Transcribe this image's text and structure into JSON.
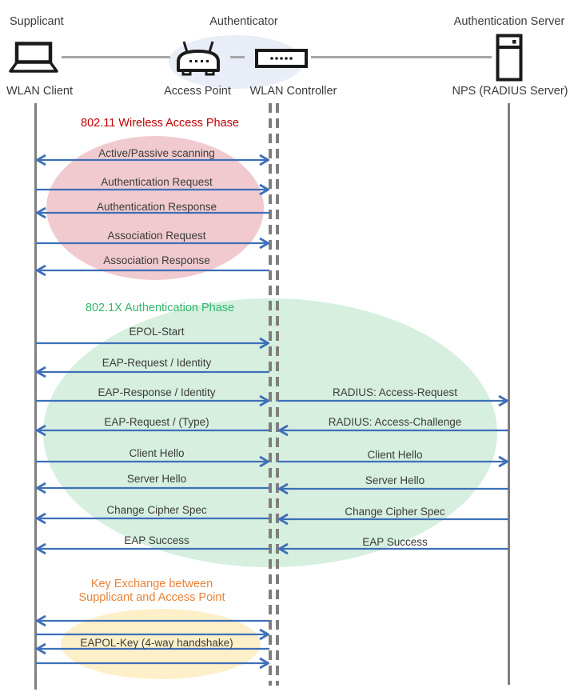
{
  "actors": {
    "roles": [
      "Supplicant",
      "Authenticator",
      "Authentication Server"
    ],
    "nodes": [
      {
        "label": "WLAN Client",
        "icon": "laptop-icon"
      },
      {
        "label": "Access Point",
        "icon": "access-point-icon"
      },
      {
        "label": "WLAN Controller",
        "icon": "wlan-controller-icon"
      },
      {
        "label": "NPS (RADIUS Server)",
        "icon": "server-icon"
      }
    ]
  },
  "phases": [
    {
      "title": "802.11 Wireless Access Phase",
      "title_color": "#C00000",
      "ellipse_color": "#F0CACF"
    },
    {
      "title": "802.1X Authentication Phase",
      "title_color": "#33B669",
      "ellipse_color": "#D6EFDF"
    },
    {
      "title_lines": [
        "Key Exchange between",
        "Supplicant and Access Point"
      ],
      "title_color": "#E8833A",
      "ellipse_color": "#FDF0C9"
    }
  ],
  "messages": [
    {
      "label": "Active/Passive scanning",
      "lane": "client-controller",
      "direction": "both"
    },
    {
      "label": "Authentication Request",
      "lane": "client-controller",
      "direction": "right"
    },
    {
      "label": "Authentication Response",
      "lane": "client-controller",
      "direction": "left"
    },
    {
      "label": "Association Request",
      "lane": "client-controller",
      "direction": "right"
    },
    {
      "label": "Association Response",
      "lane": "client-controller",
      "direction": "left"
    },
    {
      "label": "EPOL-Start",
      "lane": "client-controller",
      "direction": "right"
    },
    {
      "label": "EAP-Request / Identity",
      "lane": "client-controller",
      "direction": "left"
    },
    {
      "label": "EAP-Response / Identity",
      "lane": "client-controller",
      "direction": "right"
    },
    {
      "label": "RADIUS: Access-Request",
      "lane": "controller-server",
      "direction": "right"
    },
    {
      "label": "EAP-Request / (Type)",
      "lane": "client-controller",
      "direction": "left"
    },
    {
      "label": "RADIUS: Access-Challenge",
      "lane": "controller-server",
      "direction": "left"
    },
    {
      "label": "Client Hello",
      "lane": "client-controller",
      "direction": "right"
    },
    {
      "label": "Client Hello",
      "lane": "controller-server",
      "direction": "right"
    },
    {
      "label": "Server Hello",
      "lane": "client-controller",
      "direction": "left"
    },
    {
      "label": "Server Hello",
      "lane": "controller-server",
      "direction": "left"
    },
    {
      "label": "Change Cipher Spec",
      "lane": "client-controller",
      "direction": "left"
    },
    {
      "label": "Change Cipher Spec",
      "lane": "controller-server",
      "direction": "left"
    },
    {
      "label": "EAP Success",
      "lane": "client-controller",
      "direction": "left"
    },
    {
      "label": "EAP Success",
      "lane": "controller-server",
      "direction": "left"
    },
    {
      "label": "",
      "lane": "client-controller",
      "direction": "left"
    },
    {
      "label": "",
      "lane": "client-controller",
      "direction": "right"
    },
    {
      "label": "EAPOL-Key (4-way handshake)",
      "lane": "client-controller",
      "direction": "left"
    },
    {
      "label": "",
      "lane": "client-controller",
      "direction": "right"
    }
  ],
  "colors": {
    "arrow": "#3E6FB8",
    "lifeline": "#7F7F7F",
    "connector": "#A6A6A6",
    "authenticator_ellipse": "#E9EDF7",
    "message_text": "#3B3B3B"
  }
}
